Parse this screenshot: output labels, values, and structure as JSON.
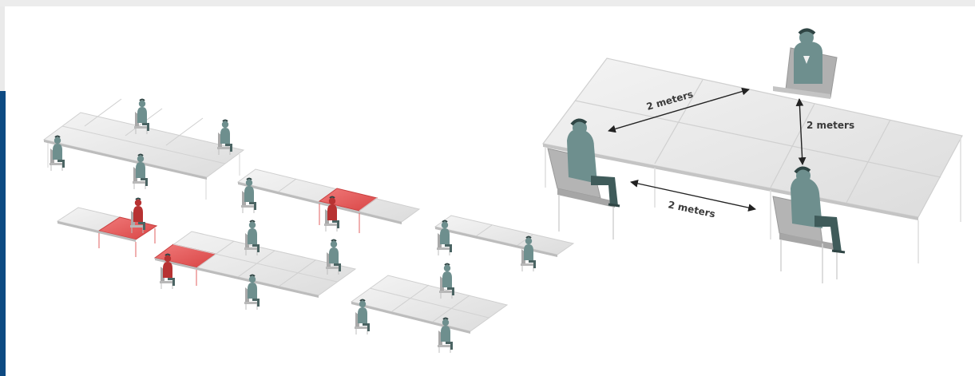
{
  "colors": {
    "accent_stripe": "#0d4a82",
    "table_top": "#e9e9e9",
    "table_edge": "#cfcfcf",
    "occupied_table": "#e45a5a",
    "person": "#6e8f8e",
    "person_dark": "#3f5b5a",
    "person_occupied": "#b73232",
    "chair": "#a8a8a8"
  },
  "icons": {
    "person": "seated-person-icon",
    "arrow": "double-arrow-icon"
  },
  "labels": {
    "distance_top": "2 meters",
    "distance_right": "2 meters",
    "distance_bottom": "2 meters"
  }
}
